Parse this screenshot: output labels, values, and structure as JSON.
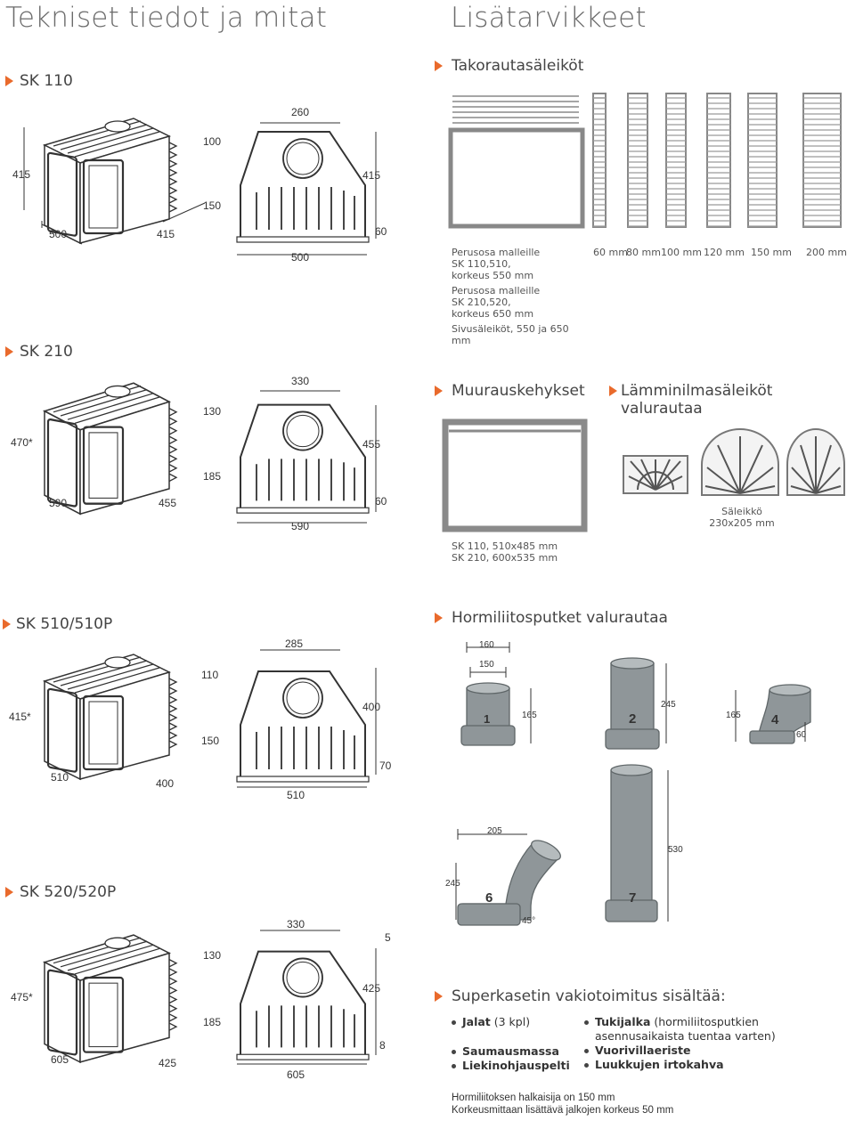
{
  "titles": {
    "left": "Tekniset tiedot ja mitat",
    "right": "Lisätarvikkeet"
  },
  "sections": {
    "sk110": "SK 110",
    "sk210": "SK 210",
    "sk510": "SK 510/510P",
    "sk520": "SK 520/520P",
    "takorauta": "Takorautasäleiköt",
    "muuraus": "Muurauskehykset",
    "lamminilma": "Lämminilmasäleiköt valurautaa",
    "hormi": "Hormiliitosputket valurautaa",
    "superkasetti": "Superkasetin vakiotoimitus sisältää:"
  },
  "sk110_dims": {
    "d415l": "415",
    "d500": "500",
    "d415b": "415",
    "d260": "260",
    "d100": "100",
    "d150": "150",
    "d415r": "415",
    "d60": "60",
    "d500b": "500"
  },
  "sk210_dims": {
    "d470": "470*",
    "d590": "590",
    "d455": "455",
    "d330": "330",
    "d130": "130",
    "d185": "185",
    "d455r": "455",
    "d60": "60",
    "d590b": "590"
  },
  "sk510_dims": {
    "d415": "415*",
    "d510": "510",
    "d400": "400",
    "d285": "285",
    "d110": "110",
    "d150": "150",
    "d400r": "400",
    "d70": "70",
    "d510b": "510"
  },
  "sk520_dims": {
    "d475": "475*",
    "d605": "605",
    "d425": "425",
    "d330": "330",
    "d5": "5",
    "d130": "130",
    "d185": "185",
    "d425r": "425",
    "d8": "8",
    "d605b": "605"
  },
  "takorauta": {
    "caption": [
      "Perusosa malleille",
      "SK 110,510,",
      "korkeus 550 mm",
      "Perusosa malleille",
      "SK 210,520,",
      "korkeus 650 mm",
      "Sivusäleiköt, 550 ja 650 mm"
    ],
    "widths": [
      "60 mm",
      "80 mm",
      "100 mm",
      "120 mm",
      "150 mm",
      "200 mm"
    ]
  },
  "muuraus": {
    "caption": [
      "SK 110, 510x485 mm",
      "SK 210, 600x535 mm"
    ]
  },
  "lamminilma": {
    "caption": [
      "Säleikkö",
      "230x205 mm"
    ]
  },
  "hormi": {
    "d160": "160",
    "d150": "150",
    "d165a": "165",
    "d245": "245",
    "d165b": "165",
    "d60": "60",
    "d205": "205",
    "d530": "530",
    "d245b": "245",
    "angle": "45°",
    "labels": [
      "1",
      "2",
      "4",
      "6",
      "7"
    ]
  },
  "superkasetti": {
    "left": [
      {
        "b": "Jalat",
        "t": " (3 kpl)"
      },
      {
        "b": "Saumausmassa",
        "t": ""
      },
      {
        "b": "Liekinohjauspelti",
        "t": ""
      }
    ],
    "right": [
      {
        "b": "Tukijalka",
        "t": " (hormiliitosputkien"
      },
      {
        "b": "",
        "t": "asennusaikaista tuentaa varten)"
      },
      {
        "b": "Vuorivillaeriste",
        "t": ""
      },
      {
        "b": "Luukkujen irtokahva",
        "t": ""
      }
    ],
    "note1": "Hormiliitoksen halkaisija on 150 mm",
    "note2": "Korkeusmittaan lisättävä jalkojen korkeus 50 mm"
  },
  "colors": {
    "accent": "#e96a2c",
    "steel": "#8f9699",
    "text": "#444444"
  }
}
